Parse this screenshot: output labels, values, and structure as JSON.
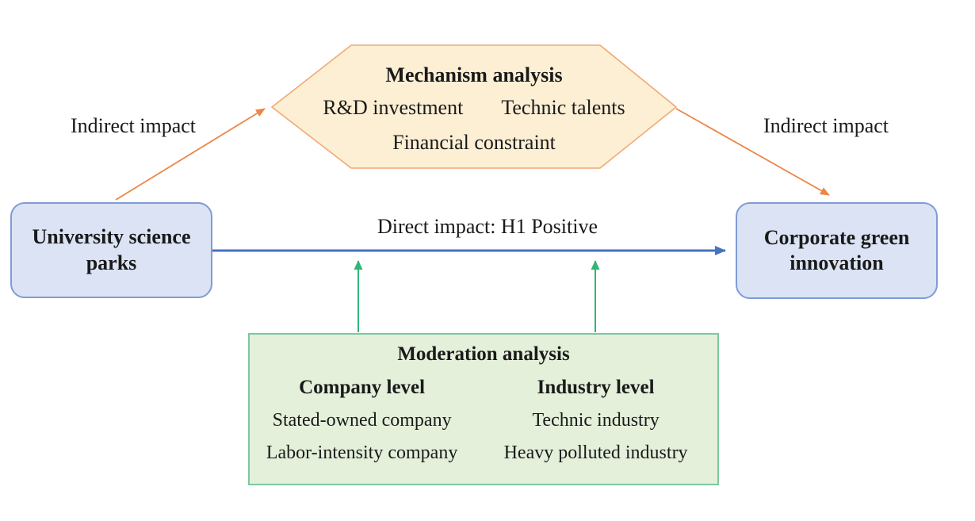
{
  "colors": {
    "blue_fill": "#dbe3f4",
    "blue_border": "#7f9cd6",
    "blue_arrow": "#4472c4",
    "hex_fill": "#fcefd4",
    "hex_border": "#f0a973",
    "orange_arrow": "#ed8546",
    "green_fill": "#e4f0da",
    "green_border": "#7cc8a0",
    "green_arrow": "#2eb674",
    "text": "#1a1a1a"
  },
  "nodes": {
    "university": {
      "label": "University science parks"
    },
    "corporate": {
      "label": "Corporate green innovation"
    },
    "mechanism": {
      "title": "Mechanism analysis",
      "item_left": "R&D investment",
      "item_right": "Technic talents",
      "item_bottom": "Financial constraint"
    },
    "moderation": {
      "title": "Moderation analysis",
      "columns": [
        {
          "header": "Company level",
          "items": [
            "Stated-owned company",
            "Labor-intensity company"
          ]
        },
        {
          "header": "Industry level",
          "items": [
            "Technic industry",
            "Heavy polluted industry"
          ]
        }
      ]
    }
  },
  "edges": {
    "direct": {
      "label": "Direct impact: H1 Positive"
    },
    "indirect_left": {
      "label": "Indirect impact"
    },
    "indirect_right": {
      "label": "Indirect impact"
    }
  }
}
